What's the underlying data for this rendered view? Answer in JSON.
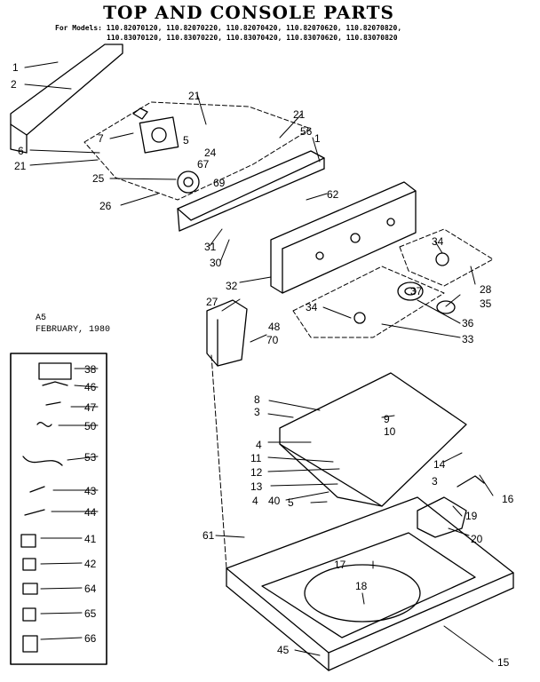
{
  "header": {
    "title": "TOP AND CONSOLE PARTS",
    "models_line1": "For Models: 110.82070120, 110.82070220, 110.82070420, 110.82070620, 110.82070820,",
    "models_line2": "110.83070120, 110.83070220, 110.83070420, 110.83070620, 110.83070820"
  },
  "revision": {
    "code": "A5",
    "date": "FEBRUARY, 1980"
  },
  "callouts": [
    {
      "id": "1a",
      "label": "1"
    },
    {
      "id": "2",
      "label": "2"
    },
    {
      "id": "6",
      "label": "6"
    },
    {
      "id": "21a",
      "label": "21"
    },
    {
      "id": "7",
      "label": "7"
    },
    {
      "id": "25",
      "label": "25"
    },
    {
      "id": "26",
      "label": "26"
    },
    {
      "id": "21b",
      "label": "21"
    },
    {
      "id": "5",
      "label": "5"
    },
    {
      "id": "24",
      "label": "24"
    },
    {
      "id": "67",
      "label": "67"
    },
    {
      "id": "69",
      "label": "69"
    },
    {
      "id": "21c",
      "label": "21"
    },
    {
      "id": "56",
      "label": "56"
    },
    {
      "id": "1b",
      "label": "1"
    },
    {
      "id": "62",
      "label": "62"
    },
    {
      "id": "31",
      "label": "31"
    },
    {
      "id": "30",
      "label": "30"
    },
    {
      "id": "32",
      "label": "32"
    },
    {
      "id": "34a",
      "label": "34"
    },
    {
      "id": "28",
      "label": "28"
    },
    {
      "id": "37",
      "label": "37"
    },
    {
      "id": "35",
      "label": "35"
    },
    {
      "id": "34b",
      "label": "34"
    },
    {
      "id": "36",
      "label": "36"
    },
    {
      "id": "33",
      "label": "33"
    },
    {
      "id": "27",
      "label": "27"
    },
    {
      "id": "48",
      "label": "48"
    },
    {
      "id": "70",
      "label": "70"
    },
    {
      "id": "8",
      "label": "8"
    },
    {
      "id": "3a",
      "label": "3"
    },
    {
      "id": "9",
      "label": "9"
    },
    {
      "id": "10",
      "label": "10"
    },
    {
      "id": "4a",
      "label": "4"
    },
    {
      "id": "11",
      "label": "11"
    },
    {
      "id": "12",
      "label": "12"
    },
    {
      "id": "13",
      "label": "13"
    },
    {
      "id": "4b",
      "label": "4"
    },
    {
      "id": "40",
      "label": "40"
    },
    {
      "id": "5b",
      "label": "5"
    },
    {
      "id": "14",
      "label": "14"
    },
    {
      "id": "3b",
      "label": "3"
    },
    {
      "id": "16",
      "label": "16"
    },
    {
      "id": "19",
      "label": "19"
    },
    {
      "id": "20",
      "label": "20"
    },
    {
      "id": "61",
      "label": "61"
    },
    {
      "id": "17",
      "label": "17"
    },
    {
      "id": "18",
      "label": "18"
    },
    {
      "id": "45",
      "label": "45"
    },
    {
      "id": "15",
      "label": "15"
    }
  ],
  "kit_items": [
    {
      "label": "38"
    },
    {
      "label": "46"
    },
    {
      "label": "47"
    },
    {
      "label": "50"
    },
    {
      "label": "53"
    },
    {
      "label": "43"
    },
    {
      "label": "44"
    },
    {
      "label": "41"
    },
    {
      "label": "42"
    },
    {
      "label": "64"
    },
    {
      "label": "65"
    },
    {
      "label": "66"
    }
  ]
}
